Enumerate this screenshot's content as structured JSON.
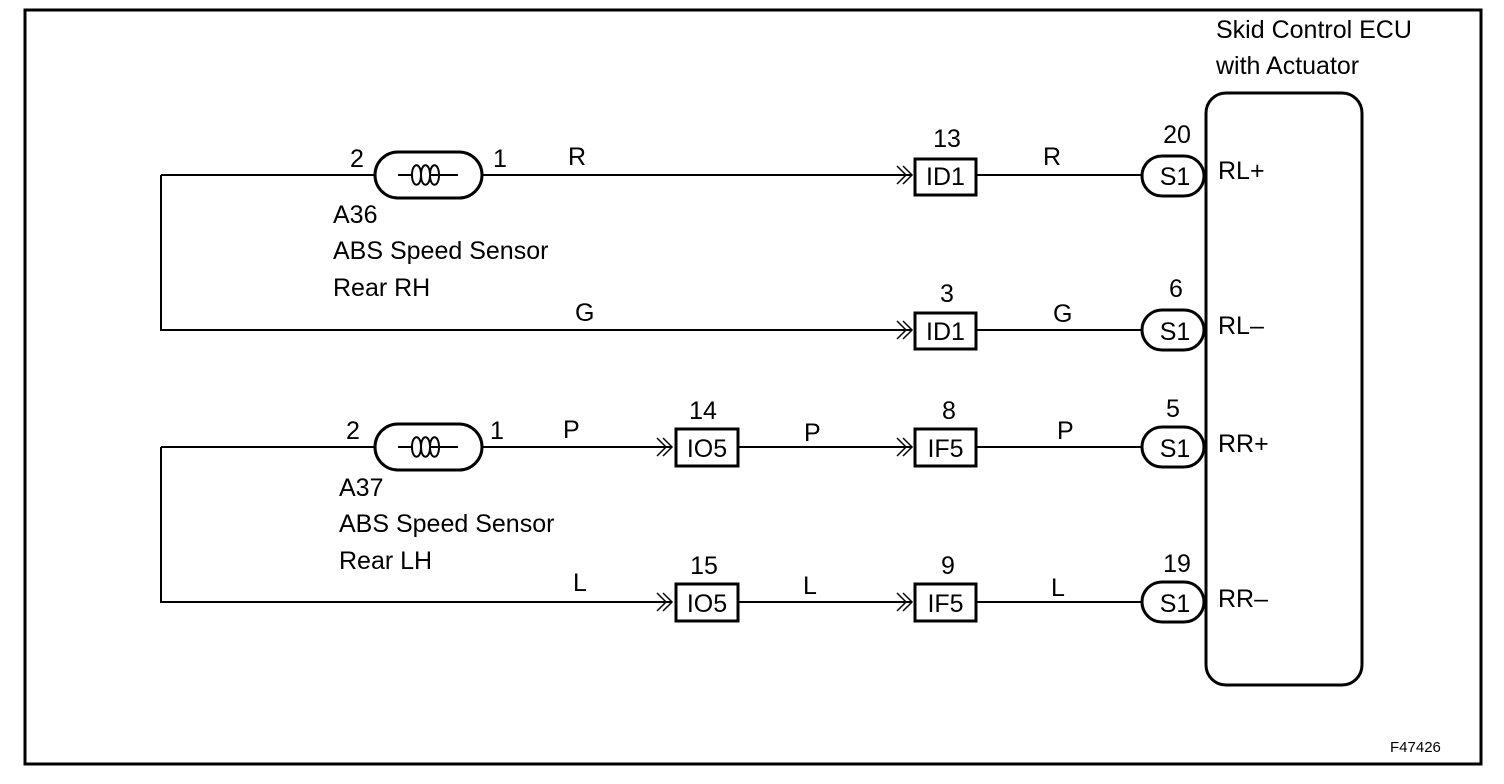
{
  "ecu": {
    "title_line1": "Skid Control ECU",
    "title_line2": "with Actuator"
  },
  "sensor_rh": {
    "id": "A36",
    "name_line1": "ABS Speed Sensor",
    "name_line2": "Rear RH",
    "pin_left": "2",
    "pin_right": "1"
  },
  "sensor_lh": {
    "id": "A37",
    "name_line1": "ABS Speed Sensor",
    "name_line2": "Rear LH",
    "pin_left": "2",
    "pin_right": "1"
  },
  "row1": {
    "wire1": "R",
    "c1_pin": "13",
    "c1_name": "ID1",
    "wire2": "R",
    "ecu_pin": "20",
    "ecu_conn": "S1",
    "terminal": "RL+"
  },
  "row2": {
    "wire1": "G",
    "c1_pin": "3",
    "c1_name": "ID1",
    "wire2": "G",
    "ecu_pin": "6",
    "ecu_conn": "S1",
    "terminal": "RL–"
  },
  "row3": {
    "wire1": "P",
    "c0_pin": "14",
    "c0_name": "IO5",
    "wire_mid": "P",
    "c1_pin": "8",
    "c1_name": "IF5",
    "wire2": "P",
    "ecu_pin": "5",
    "ecu_conn": "S1",
    "terminal": "RR+"
  },
  "row4": {
    "wire1": "L",
    "c0_pin": "15",
    "c0_name": "IO5",
    "wire_mid": "L",
    "c1_pin": "9",
    "c1_name": "IF5",
    "wire2": "L",
    "ecu_pin": "19",
    "ecu_conn": "S1",
    "terminal": "RR–"
  },
  "figure_code": "F47426"
}
